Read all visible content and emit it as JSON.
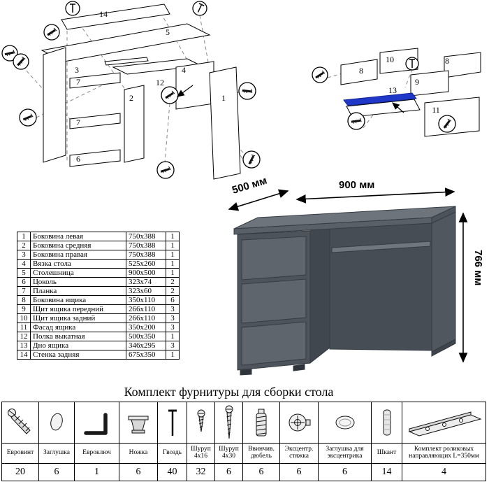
{
  "page": {
    "hardware_title": "Комплект фурнитуры для сборки стола"
  },
  "dimensions": {
    "width": "900 мм",
    "depth": "500 мм",
    "height": "766 мм"
  },
  "diagram_labels": {
    "left": [
      "14",
      "5",
      "3",
      "7",
      "7",
      "6",
      "2",
      "12",
      "4",
      "1"
    ],
    "right": [
      "8",
      "10",
      "8",
      "9",
      "13",
      "11"
    ]
  },
  "parts_table": {
    "rows": [
      {
        "num": "1",
        "name": "Боковина левая",
        "size": "750x388",
        "qty": "1"
      },
      {
        "num": "2",
        "name": "Боковина средняя",
        "size": "750x388",
        "qty": "1"
      },
      {
        "num": "3",
        "name": "Боковина правая",
        "size": "750x388",
        "qty": "1"
      },
      {
        "num": "4",
        "name": "Вязка стола",
        "size": "525x260",
        "qty": "1"
      },
      {
        "num": "5",
        "name": "Столешница",
        "size": "900x500",
        "qty": "1"
      },
      {
        "num": "6",
        "name": "Цоколь",
        "size": "323x74",
        "qty": "2"
      },
      {
        "num": "7",
        "name": "Планка",
        "size": "323x60",
        "qty": "2"
      },
      {
        "num": "8",
        "name": "Боковина ящика",
        "size": "350x110",
        "qty": "6"
      },
      {
        "num": "9",
        "name": "Щит ящика передний",
        "size": "266x110",
        "qty": "3"
      },
      {
        "num": "10",
        "name": "Щит ящика задний",
        "size": "266x110",
        "qty": "3"
      },
      {
        "num": "11",
        "name": "Фасад ящика",
        "size": "350x200",
        "qty": "3"
      },
      {
        "num": "12",
        "name": "Полка выкатная",
        "size": "500x350",
        "qty": "1"
      },
      {
        "num": "13",
        "name": "Дно ящика",
        "size": "346x295",
        "qty": "3"
      },
      {
        "num": "14",
        "name": "Стенка задняя",
        "size": "675x350",
        "qty": "1"
      }
    ]
  },
  "hardware_table": {
    "items": [
      {
        "name": "Евровинт",
        "qty": "20",
        "icon": "euro-screw-icon"
      },
      {
        "name": "Заглушка",
        "qty": "6",
        "icon": "plug-icon"
      },
      {
        "name": "Евроключ",
        "qty": "1",
        "icon": "hex-key-icon"
      },
      {
        "name": "Ножка",
        "qty": "6",
        "icon": "foot-icon"
      },
      {
        "name": "Гвоздь",
        "qty": "40",
        "icon": "nail-icon"
      },
      {
        "name": "Шуруп 4x16",
        "qty": "32",
        "icon": "screw-short-icon"
      },
      {
        "name": "Шуруп 4x30",
        "qty": "6",
        "icon": "screw-long-icon"
      },
      {
        "name": "Ввинчив. дюбель",
        "qty": "6",
        "icon": "dowel-screw-icon"
      },
      {
        "name": "Эксцентр. стяжка",
        "qty": "6",
        "icon": "cam-lock-icon"
      },
      {
        "name": "Заглушка для эксцентрика",
        "qty": "6",
        "icon": "cam-cap-icon"
      },
      {
        "name": "Шкант",
        "qty": "14",
        "icon": "wood-dowel-icon"
      },
      {
        "name": "Комплект роликовых направляющих L=350мм",
        "qty": "4",
        "icon": "drawer-slide-icon"
      }
    ]
  }
}
